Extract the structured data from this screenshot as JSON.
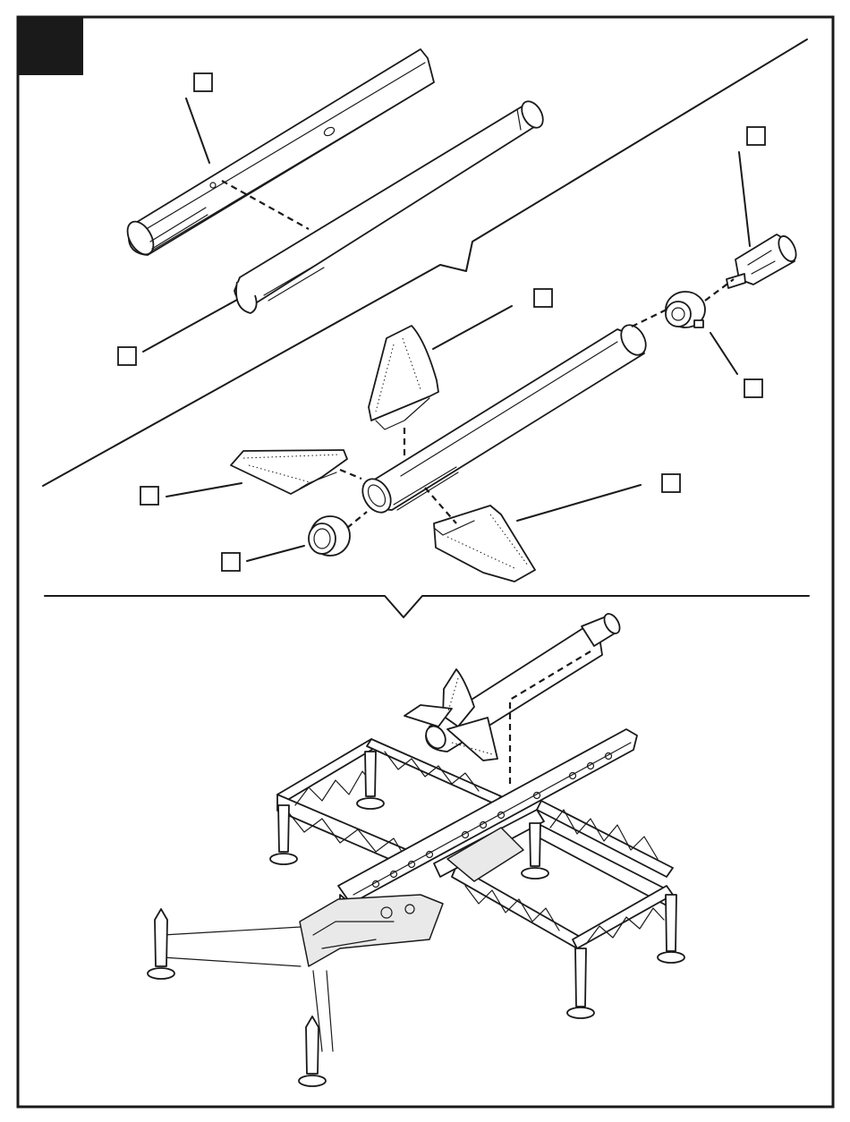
{
  "step_badge": {
    "label": "",
    "color": "#1a1a1a"
  },
  "frame": {
    "border_color": "#1a1a1a",
    "background": "#ffffff"
  },
  "part_callouts": [
    {
      "id": "callout-left-fuselage-half",
      "label": ""
    },
    {
      "id": "callout-right-fuselage-half",
      "label": ""
    },
    {
      "id": "callout-nozzle",
      "label": ""
    },
    {
      "id": "callout-nozzle-ring",
      "label": ""
    },
    {
      "id": "callout-top-fin",
      "label": ""
    },
    {
      "id": "callout-left-fin",
      "label": ""
    },
    {
      "id": "callout-right-fin",
      "label": ""
    },
    {
      "id": "callout-nose-plug",
      "label": ""
    }
  ],
  "sections": [
    "fuselage-halves-assembly",
    "fin-and-nozzle-assembly",
    "mount-on-launcher"
  ]
}
